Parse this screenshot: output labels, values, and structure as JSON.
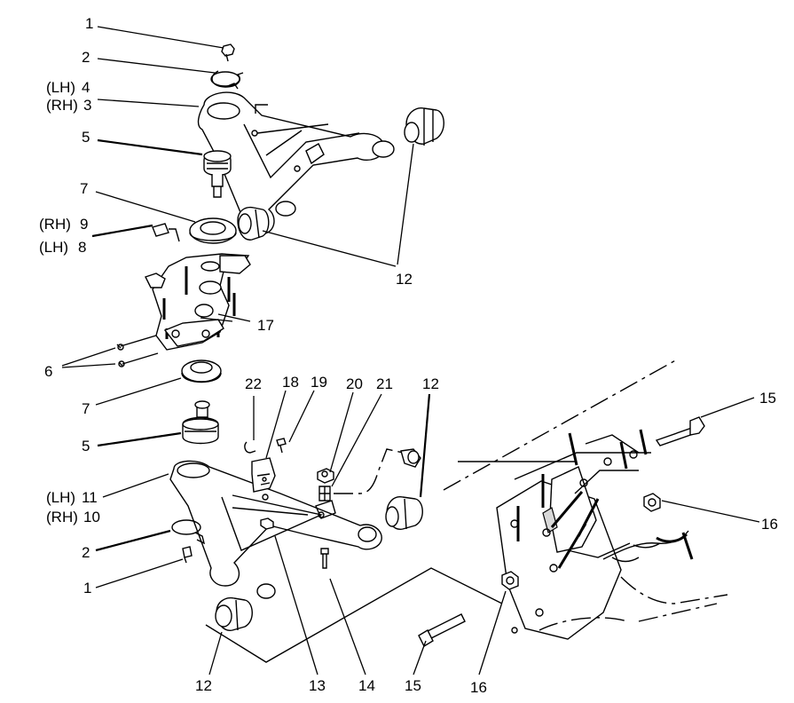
{
  "callouts": {
    "c1_top": "1",
    "c2_top": "2",
    "c4_lh_prefix": "(LH)",
    "c4": "4",
    "c3_rh_prefix": "(RH)",
    "c3": "3",
    "c5_top": "5",
    "c7_top": "7",
    "c9_rh_prefix": "(RH)",
    "c9": "9",
    "c8_lh_prefix": "(LH)",
    "c8": "8",
    "c12_top": "12",
    "c17": "17",
    "c6": "6",
    "c7_bottom": "7",
    "c22": "22",
    "c18": "18",
    "c19": "19",
    "c20": "20",
    "c21": "21",
    "c12_right": "12",
    "c15_right": "15",
    "c5_bottom": "5",
    "c11_lh_prefix": "(LH)",
    "c11": "11",
    "c10_rh_prefix": "(RH)",
    "c10": "10",
    "c16_right": "16",
    "c2_bottom": "2",
    "c1_bottom": "1",
    "c12_bottom": "12",
    "c13": "13",
    "c14": "14",
    "c15_bottom": "15",
    "c16_bottom": "16"
  }
}
